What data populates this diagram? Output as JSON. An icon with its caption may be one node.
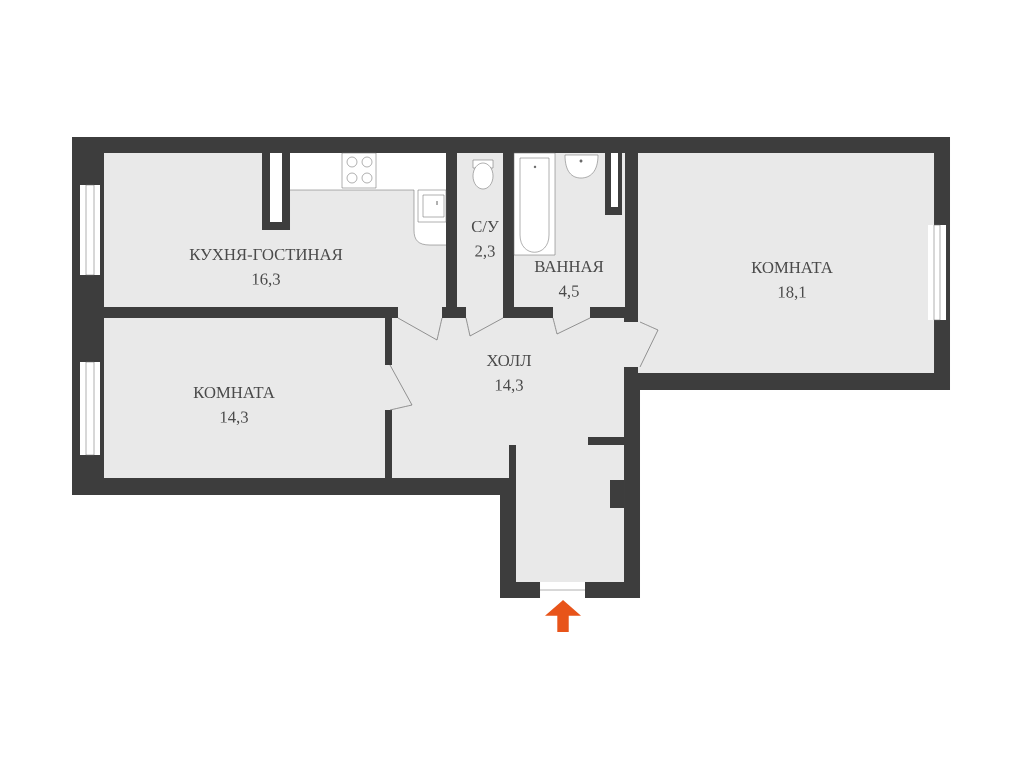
{
  "diagram": {
    "nodes": [
      {
        "text": [
          "КУХНЯ-ГОСТИНАЯ",
          "16,3"
        ]
      },
      {
        "text": [
          "С/У",
          "2,3"
        ]
      },
      {
        "text": [
          "ВАННАЯ",
          "4,5"
        ]
      },
      {
        "text": [
          "КОМНАТА",
          "18,1"
        ]
      },
      {
        "text": [
          "ХОЛЛ",
          "14,3"
        ]
      },
      {
        "text": [
          "КОМНАТА",
          "14,3"
        ]
      }
    ],
    "edges": [
      {
        "from": null,
        "to": 4,
        "arrow": "to"
      }
    ]
  }
}
